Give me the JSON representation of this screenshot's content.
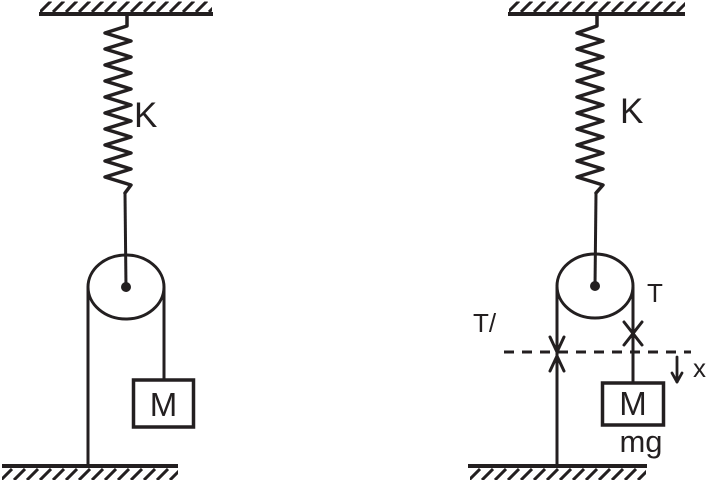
{
  "figure": {
    "description": "Two diagrams of a mass hanging from a string over a pulley suspended by a vertical spring from the ceiling, with the other string end fixed to the floor; the right diagram shows tension and displacement annotations."
  },
  "colors": {
    "ink": "#231f20",
    "background": "#ffffff"
  },
  "left_diagram": {
    "spring_label": "K",
    "mass_label": "M"
  },
  "right_diagram": {
    "spring_label": "K",
    "mass_label": "M",
    "weight_label": "mg",
    "tension_right_label": "T",
    "tension_left_label": "T/",
    "displacement_label": "x"
  }
}
